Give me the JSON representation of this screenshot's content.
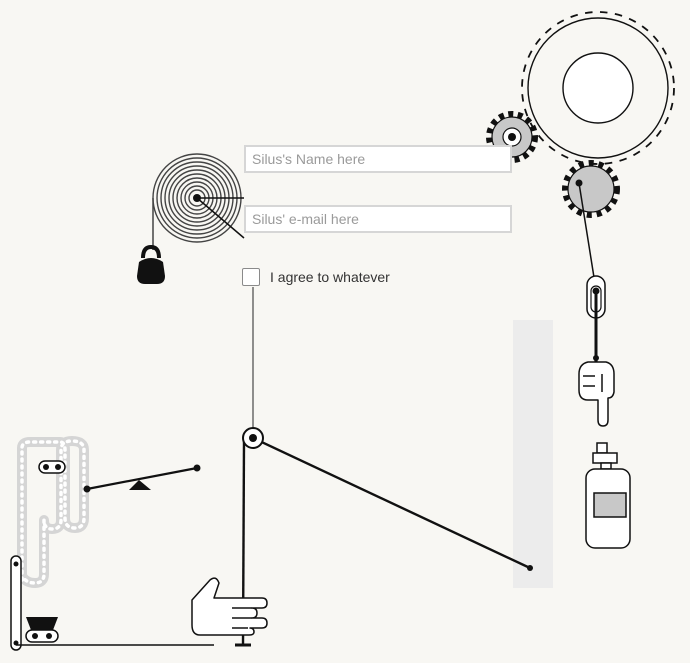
{
  "form": {
    "name_placeholder": "Silus's Name here",
    "name_value": "",
    "email_placeholder": "Silus' e-mail here",
    "email_value": "",
    "agree_label": "I agree to whatever",
    "agree_checked": false
  },
  "colors": {
    "background": "#f8f7f3",
    "ink": "#111111",
    "gear_fill": "#c8c8c8",
    "chain": "#d5d5d5",
    "panel": "#ececec"
  },
  "icons": [
    "kettlebell-icon",
    "gear-icon",
    "hand-icon",
    "spray-bottle-icon",
    "cart-icon",
    "seesaw-icon",
    "spool-icon"
  ]
}
